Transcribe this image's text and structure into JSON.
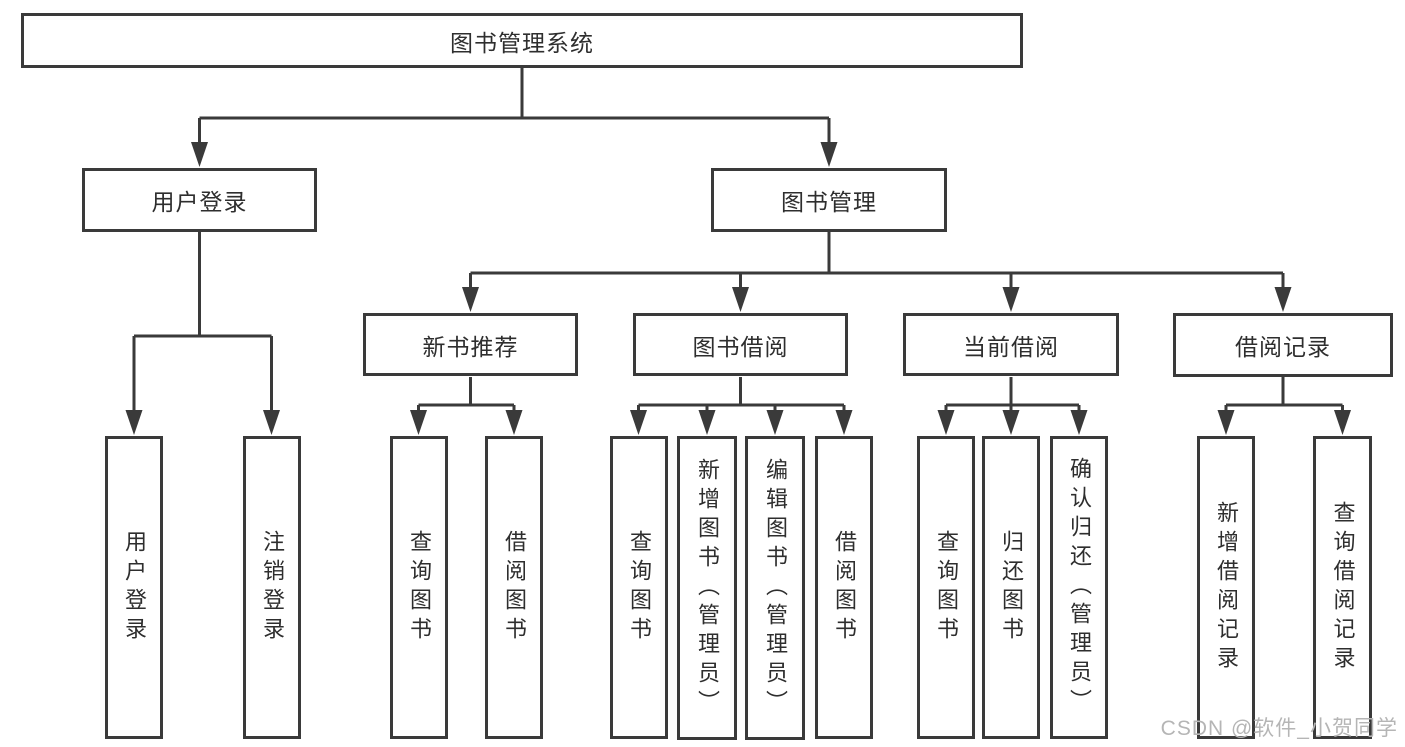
{
  "diagram": {
    "title": "图书管理系统",
    "level2": {
      "user_login": "用户登录",
      "book_mgmt": "图书管理"
    },
    "level3": {
      "new_books": "新书推荐",
      "book_borrow": "图书借阅",
      "current_borrow": "当前借阅",
      "borrow_records": "借阅记录"
    },
    "leaves": {
      "login": "用户登录",
      "logout": "注销登录",
      "nb_query": "查询图书",
      "nb_borrow": "借阅图书",
      "bb_query": "查询图书",
      "bb_add": "新增图书（管理员）",
      "bb_edit": "编辑图书（管理员）",
      "bb_borrow": "借阅图书",
      "cb_query": "查询图书",
      "cb_return": "归还图书",
      "cb_confirm": "确认归还（管理员）",
      "rec_add": "新增借阅记录",
      "rec_query": "查询借阅记录"
    }
  },
  "watermark": {
    "text": "CSDN @软件_小贺同学",
    "color": "#b5b5b5"
  },
  "colors": {
    "line": "#3a3a3a",
    "text": "#2e2e2e",
    "background": "#ffffff"
  }
}
